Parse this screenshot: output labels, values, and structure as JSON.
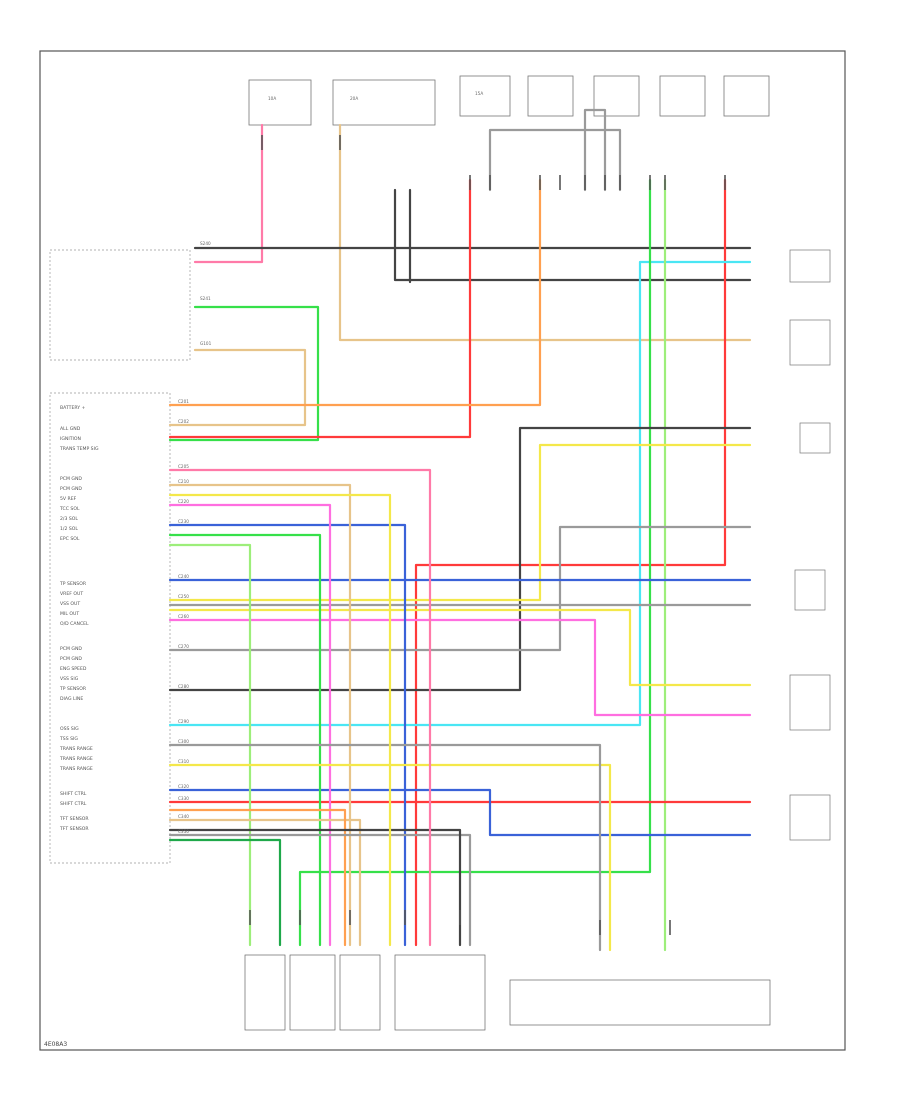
{
  "diagram": {
    "colors": {
      "pink": "#ff7aa8",
      "red": "#ff3a3a",
      "green": "#36e04a",
      "lightgreen": "#9dee7a",
      "tan": "#e7c48a",
      "orange": "#ffa050",
      "black": "#444444",
      "gray": "#9a9a9a",
      "blue": "#3a62d8",
      "yellow": "#f4e84a",
      "magenta": "#ff6ee0",
      "cyan": "#4ae6f4",
      "darkgreen": "#1fa84a",
      "frame": "#555555"
    },
    "ref_code": "4E08A3",
    "left_module_labels": [
      "BATTERY +",
      "ALL GND",
      "IGNITION",
      "TRANS TEMP SIG",
      "PCM GND",
      "PCM GND",
      "5V REF",
      "TCC SOL",
      "2/3 SOL",
      "1/2 SOL",
      "EPC SOL",
      "TP SENSOR",
      "VREF OUT",
      "VSS OUT",
      "MIL OUT",
      "O/D CANCEL",
      "PCM GND",
      "PCM GND",
      "ENG SPEED",
      "VSS SIG",
      "TP SENSOR",
      "DIAG LINE",
      "OSS SIG",
      "TSS SIG",
      "TRANS RANGE",
      "TRANS RANGE",
      "TRANS RANGE",
      "SHIFT CTRL",
      "SHIFT CTRL",
      "TFT SENSOR",
      "TFT SENSOR"
    ],
    "wire_codes": [
      "10A",
      "20A",
      "15A",
      "S240",
      "S241",
      "G101",
      "C201",
      "C202",
      "C205",
      "C210",
      "C220",
      "C230",
      "C240",
      "C250",
      "C260",
      "C270",
      "C280",
      "C290",
      "C300",
      "C310",
      "C320",
      "C330",
      "C340",
      "C350"
    ]
  }
}
